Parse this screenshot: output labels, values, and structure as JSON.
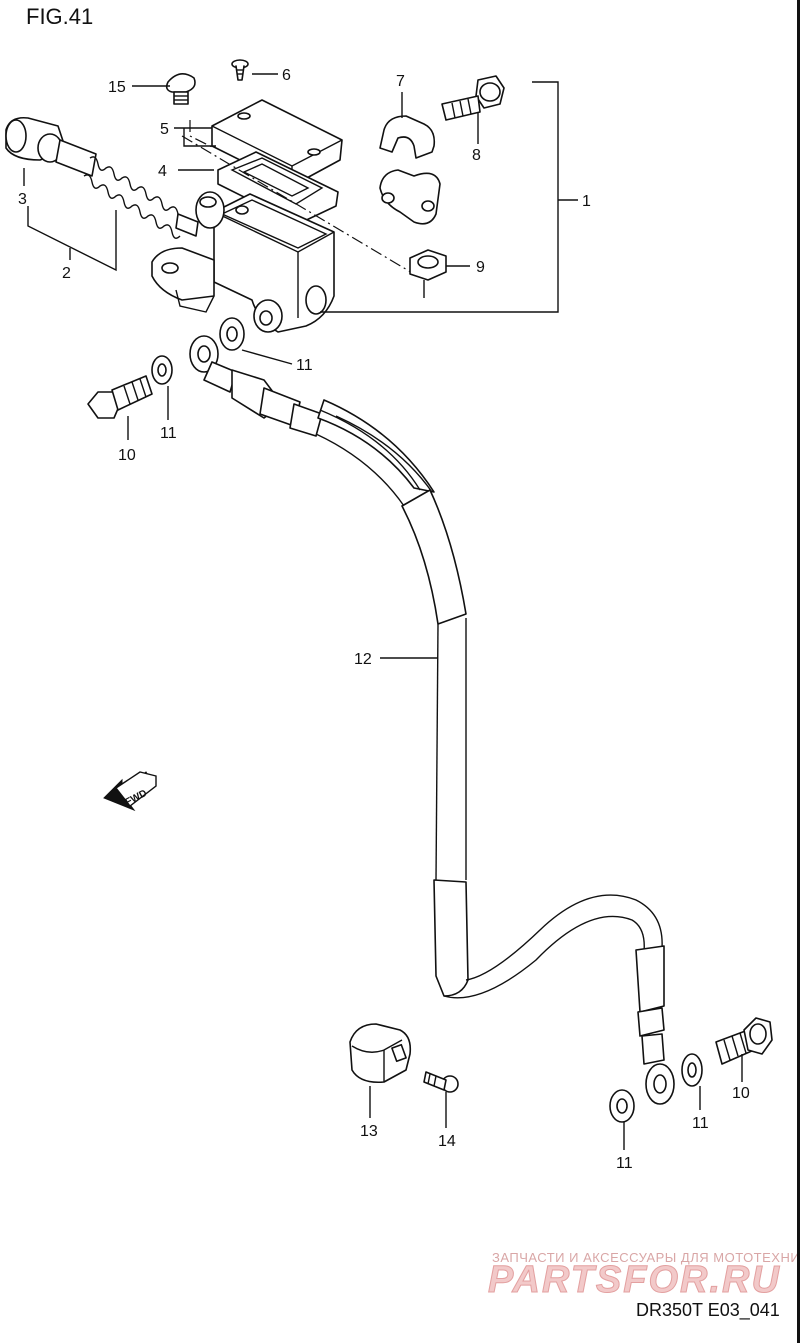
{
  "figure_title": "FIG.41",
  "drawing_code": "DR350T E03_041",
  "watermark": {
    "tagline": "ЗАПЧАСТИ И АКСЕССУАРЫ ДЛЯ МОТОТЕХНИКИ",
    "brand": "PARTSFOR.RU"
  },
  "fwd_label": "FWD",
  "callouts": [
    {
      "id": "c15",
      "text": "15"
    },
    {
      "id": "c6",
      "text": "6"
    },
    {
      "id": "c7",
      "text": "7"
    },
    {
      "id": "c8",
      "text": "8"
    },
    {
      "id": "c1",
      "text": "1"
    },
    {
      "id": "c5",
      "text": "5"
    },
    {
      "id": "c4",
      "text": "4"
    },
    {
      "id": "c3",
      "text": "3"
    },
    {
      "id": "c2",
      "text": "2"
    },
    {
      "id": "c9",
      "text": "9"
    },
    {
      "id": "c11a",
      "text": "11"
    },
    {
      "id": "c10a",
      "text": "10"
    },
    {
      "id": "c11b",
      "text": "11"
    },
    {
      "id": "c12",
      "text": "12"
    },
    {
      "id": "c13",
      "text": "13"
    },
    {
      "id": "c14",
      "text": "14"
    },
    {
      "id": "c11c",
      "text": "11"
    },
    {
      "id": "c11d",
      "text": "11"
    },
    {
      "id": "c10b",
      "text": "10"
    }
  ],
  "colors": {
    "line": "#111111",
    "background": "#ffffff",
    "watermark": "#e3a0a0"
  }
}
